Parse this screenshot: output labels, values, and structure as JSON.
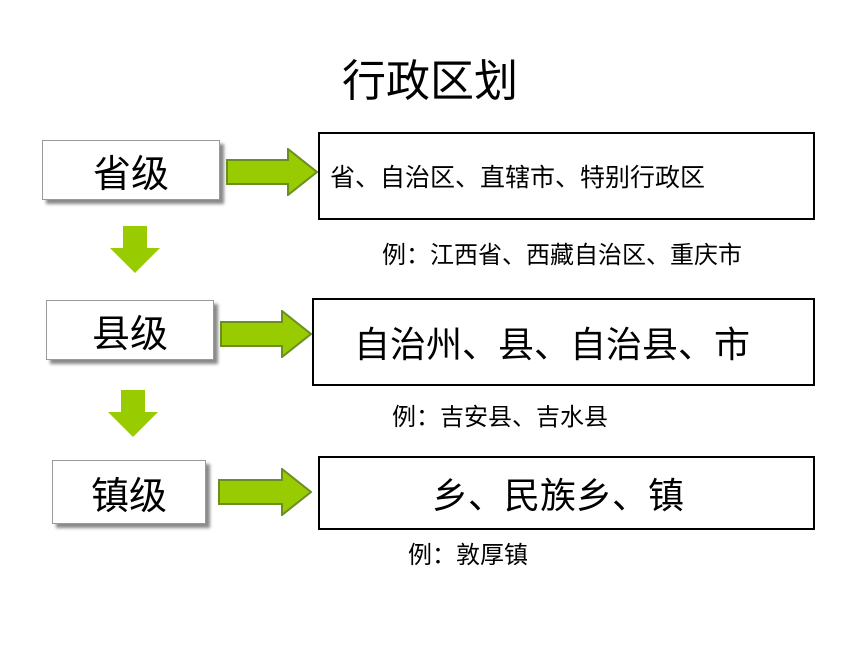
{
  "title": "行政区划",
  "levels": [
    {
      "label": "省级",
      "description": "省、自治区、直辖市、特别行政区",
      "example": "例：江西省、西藏自治区、重庆市"
    },
    {
      "label": "县级",
      "description": "自治州、县、自治县、市",
      "example": "例：吉安县、吉水县"
    },
    {
      "label": "镇级",
      "description": "乡、民族乡、镇",
      "example": "例：敦厚镇"
    }
  ],
  "colors": {
    "arrow_fill": "#99cc00",
    "arrow_stroke": "#6b8e23",
    "box_border": "#000000"
  }
}
